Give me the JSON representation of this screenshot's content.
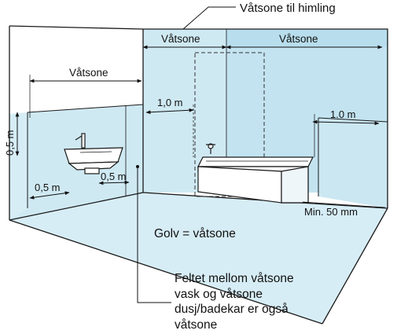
{
  "labels": {
    "ceiling_zone": "Våtsone til himling",
    "left_wall_zone": "Våtsone",
    "back_zone_left": "Våtsone",
    "back_zone_right": "Våtsone",
    "dim_1m_left": "1,0 m",
    "dim_1m_right": "1.0 m",
    "dim_05_vertical": "0,5 m",
    "dim_05_left": "0,5 m",
    "dim_05_right": "0,5 m",
    "min_50": "Min. 50 mm",
    "floor": "Golv = våtsone"
  },
  "note_lines": [
    "Feltet mellom våtsone",
    "vask og våtsone",
    "dusj/badekar er også",
    "våtsone"
  ],
  "colors": {
    "wet_zone": "#cfe9f3",
    "wet_zone_dark": "#b5dcec",
    "floor": "#d7edf6",
    "lines": "#1a1a1a"
  }
}
